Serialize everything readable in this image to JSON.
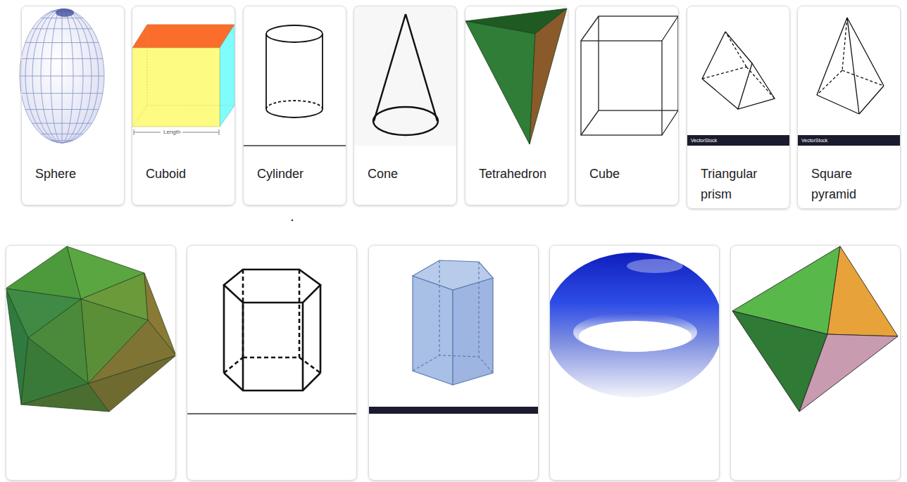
{
  "diagram": {
    "nodes": [
      {
        "text": [
          "Sphere"
        ]
      },
      {
        "text": [
          "Cuboid"
        ]
      },
      {
        "text": [
          "Cylinder"
        ]
      },
      {
        "text": [
          "Cone"
        ]
      },
      {
        "text": [
          "Tetrahedron"
        ]
      },
      {
        "text": [
          "Cube"
        ]
      },
      {
        "text": [
          "Triangular prism"
        ]
      },
      {
        "text": [
          "Square pyramid"
        ]
      },
      {
        "text": [
          "Icosahedron"
        ]
      },
      {
        "text": [
          "Hexagonal prism"
        ]
      },
      {
        "text": [
          "Pentagonal prism"
        ]
      },
      {
        "text": [
          "Torus"
        ]
      },
      {
        "text": [
          "Octahedron"
        ]
      }
    ],
    "labels": [
      "Length",
      "VectorStock",
      "VectorStock"
    ]
  }
}
